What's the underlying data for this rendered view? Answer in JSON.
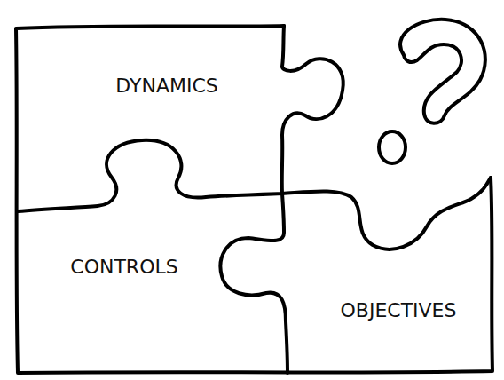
{
  "diagram": {
    "nodes": [
      {
        "text": [
          "DYNAMICS"
        ]
      },
      {
        "text": [
          "CONTROLS"
        ]
      },
      {
        "text": [
          "OBJECTIVES"
        ]
      }
    ]
  }
}
